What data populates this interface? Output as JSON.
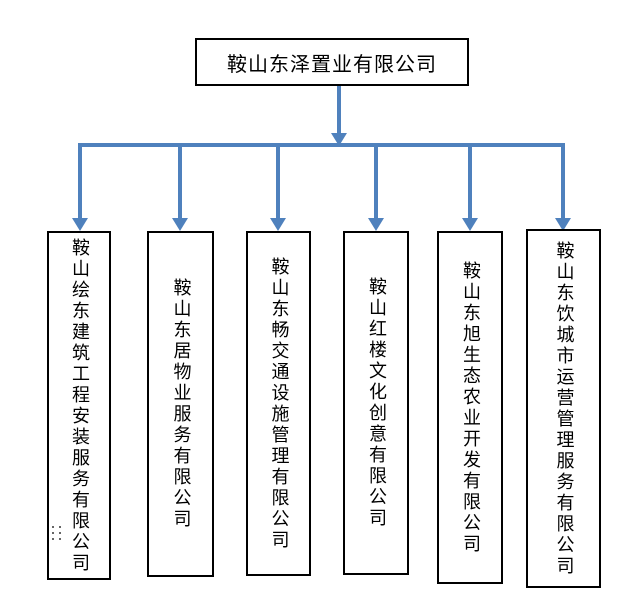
{
  "org_chart": {
    "root": {
      "label": "鞍山东泽置业有限公司"
    },
    "subsidiaries": [
      {
        "label": "鞍山绘东建筑工程安装服务有限公司"
      },
      {
        "label": "鞍山东居物业服务有限公司"
      },
      {
        "label": "鞍山东畅交通设施管理有限公司"
      },
      {
        "label": "鞍山红楼文化创意有限公司"
      },
      {
        "label": "鞍山东旭生态农业开发有限公司"
      },
      {
        "label": "鞍山东饮城市运营管理服务有限公司"
      }
    ],
    "colors": {
      "connector": "#4F81BD",
      "box_border": "#000000",
      "background": "#FFFFFF",
      "text": "#000000"
    },
    "icons": {
      "arrowhead": "down-triangle",
      "handle": "six-dots"
    }
  }
}
